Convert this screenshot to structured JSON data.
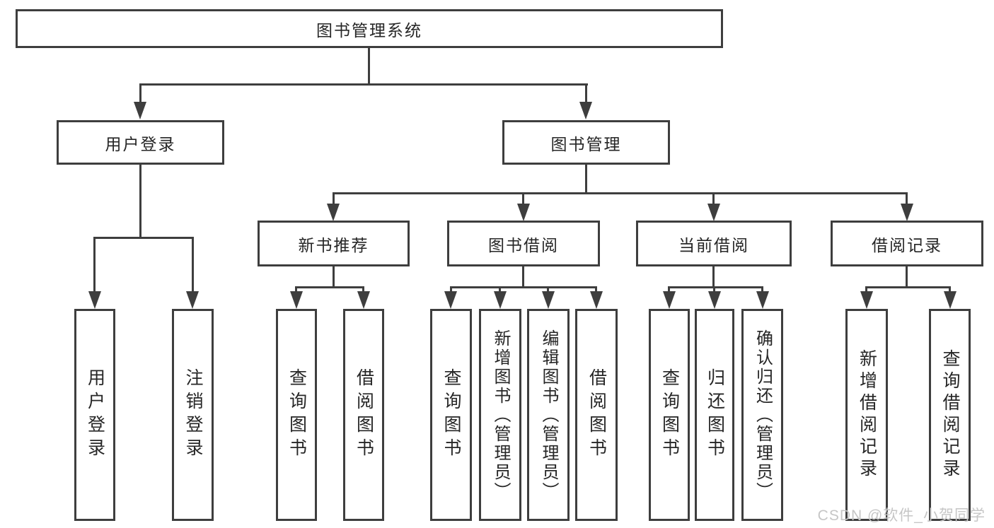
{
  "nodes": {
    "root": "图书管理系统",
    "user_login": "用户登录",
    "book_mgmt": "图书管理",
    "new_book_recommend": "新书推荐",
    "book_borrow": "图书借阅",
    "current_borrow": "当前借阅",
    "borrow_records": "借阅记录",
    "ul_user_login": "用户登录",
    "ul_logout": "注销登录",
    "nb_query_books": "查询图书",
    "nb_borrow_books": "借阅图书",
    "bb_query_books": "查询图书",
    "bb_add_books": "新增图书（管理员）",
    "bb_edit_books": "编辑图书（管理员）",
    "bb_borrow_books": "借阅图书",
    "cb_query_books": "查询图书",
    "cb_return_books": "归还图书",
    "cb_confirm_return": "确认归还（管理员）",
    "br_add_record": "新增借阅记录",
    "br_query_record": "查询借阅记录"
  },
  "watermark": "CSDN @软件_小贺同学",
  "colors": {
    "line": "#3e3e3e",
    "text": "#262626",
    "watermark": "#c6c6c6",
    "background": "#ffffff"
  }
}
